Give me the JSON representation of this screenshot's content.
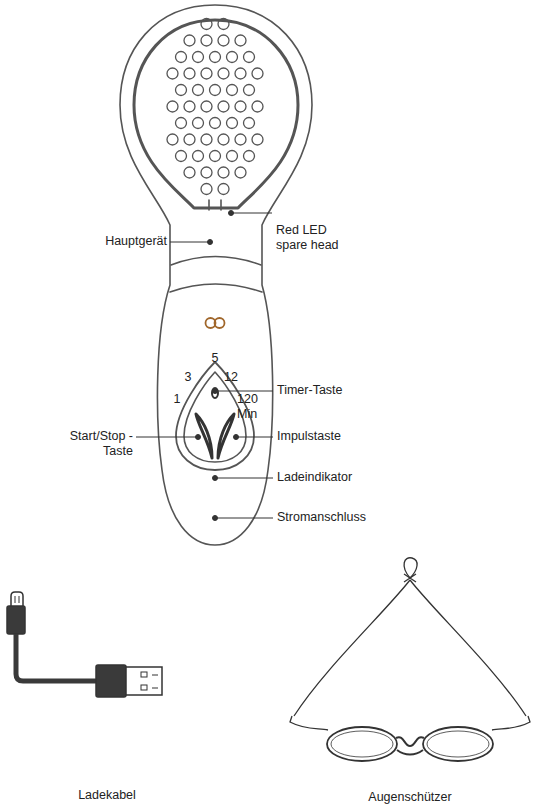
{
  "diagram": {
    "labels": [
      "Red LED spare head",
      "Hauptgerät",
      "5",
      "3",
      "12",
      "1",
      "120 Min",
      "Timer-Taste",
      "Start/Stop -Taste",
      "Impulstaste",
      "Ladeindikator",
      "Stromanschluss",
      "Ladekabel",
      "Augenschützer"
    ]
  }
}
